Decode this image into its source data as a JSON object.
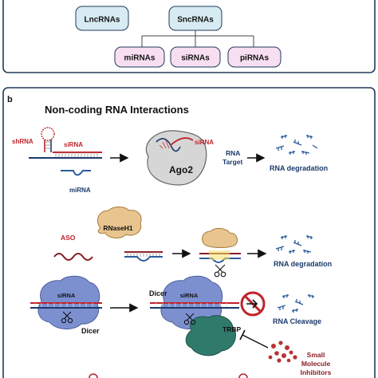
{
  "panel_a": {
    "boxes": {
      "lncrnas": "LncRNAs",
      "sncrnas": "SncRNAs",
      "mirnas": "miRNAs",
      "sirnas": "siRNAs",
      "pirnas": "piRNAs"
    }
  },
  "panel_b": {
    "panel_label": "b",
    "title": "Non-coding RNA Interactions",
    "row1": {
      "shrna": "shRNA",
      "sirna": "siRNA",
      "mirna": "miRNA",
      "ago2": "Ago2",
      "sirna_in_ago2": "siRNA",
      "rna_target_line1": "RNA",
      "rna_target_line2": "Target",
      "rna_degradation": "RNA degradation"
    },
    "row2": {
      "aso": "ASO",
      "rnaseh1": "RNaseH1",
      "rna_degradation": "RNA degradation"
    },
    "row3": {
      "sirna_left": "siRNA",
      "dicer_left": "Dicer",
      "dicer_right": "Dicer",
      "sirna_right": "siRNA",
      "trbp": "TRBP",
      "rna_cleavage": "RNA Cleavage",
      "inhibitors_line1": "Small",
      "inhibitors_line2": "Molecule",
      "inhibitors_line3": "Inhibitors"
    }
  },
  "colors": {
    "box_fill": "#d7ecf2",
    "box_fill_pink": "#f7dff1",
    "navy": "#1b3a6b",
    "red": "#c0232b",
    "maroon": "#8a1f25",
    "blue_strand": "#2c5d9c",
    "panel_border": "#223a5a",
    "dicer_blue": "#7c90d0",
    "trbp_teal": "#2f7a6b",
    "rnaseh1_tan": "#e8c48e",
    "ago2_gray": "#d6d6d6",
    "inhibitor_red": "#b83232"
  }
}
